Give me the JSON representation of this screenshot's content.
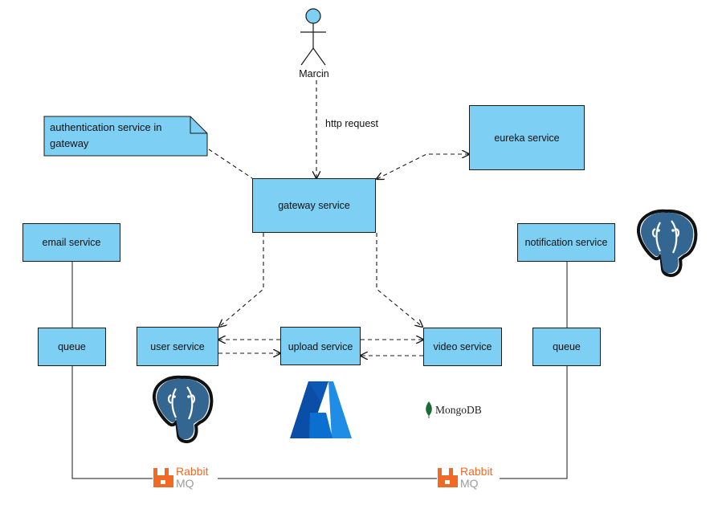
{
  "actor": {
    "name": "Marcin"
  },
  "edge_labels": {
    "http_request": "http request"
  },
  "note": {
    "text": "authentication service in gateway"
  },
  "services": {
    "gateway": "gateway service",
    "eureka": "eureka service",
    "email": "email service",
    "notification": "notification service",
    "user": "user service",
    "upload": "upload service",
    "video": "video service",
    "queue_left": "queue",
    "queue_right": "queue"
  },
  "logos": {
    "mongodb": "MongoDB",
    "rabbit_word_1": "Rabbit",
    "rabbit_word_2": "MQ",
    "azure": "Azure",
    "postgresql": "PostgreSQL"
  },
  "colors": {
    "box_fill": "#7dcff4",
    "stroke": "#1a1a1a",
    "actor_head": "#7dcff4",
    "rabbit_orange": "#f06a24",
    "rabbit_gray": "#9b9b9b",
    "postgres_blue": "#336791",
    "azure_blue": "#0a6fd1",
    "mongodb_green": "#1c6a35"
  }
}
